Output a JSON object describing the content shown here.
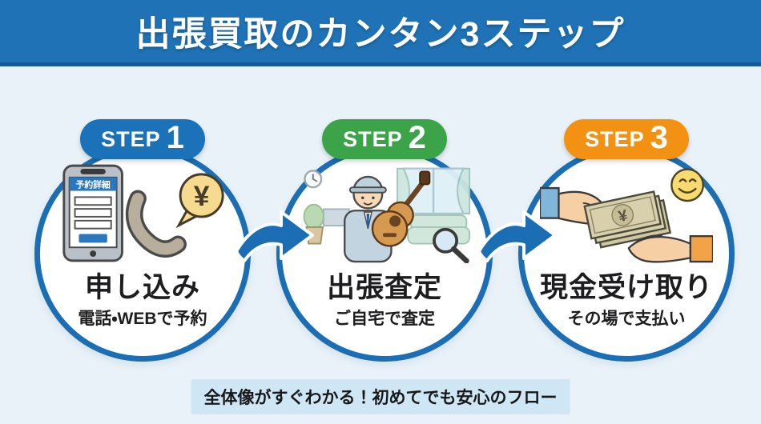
{
  "title": "出張買取のカンタン3ステップ",
  "colors": {
    "header_blue": "#1e72b5",
    "background": "#e9f2f8",
    "circle_border": "#1b6eb4",
    "step1_badge": "#1c72b8",
    "step2_badge": "#3ba449",
    "step3_badge": "#f39112",
    "arrow_blue": "#1b6eb4",
    "footer_bg": "#cfe6f4"
  },
  "steps": [
    {
      "badge_word": "STEP",
      "badge_num": "1",
      "badge_color": "#1c72b8",
      "title": "申し込み",
      "subtitle": "電話・WEBで予約",
      "icons": [
        "smartphone-booking-icon",
        "phone-handset-icon",
        "yen-speech-bubble-icon"
      ],
      "phone_screen_title": "予約詳細",
      "yen": "¥"
    },
    {
      "badge_word": "STEP",
      "badge_num": "2",
      "badge_color": "#3ba449",
      "title": "出張査定",
      "subtitle": "ご自宅で査定",
      "icons": [
        "appraiser-with-guitar-illustration",
        "magnifier-icon",
        "living-room-background"
      ]
    },
    {
      "badge_word": "STEP",
      "badge_num": "3",
      "badge_color": "#f39112",
      "title": "現金受け取り",
      "subtitle": "その場で支払い",
      "icons": [
        "cash-handover-illustration",
        "banknotes-icon",
        "smiley-icon"
      ],
      "yen": "¥"
    }
  ],
  "footer": {
    "text": "全体像がすぐわかる！初めてでも安心のフロー"
  }
}
